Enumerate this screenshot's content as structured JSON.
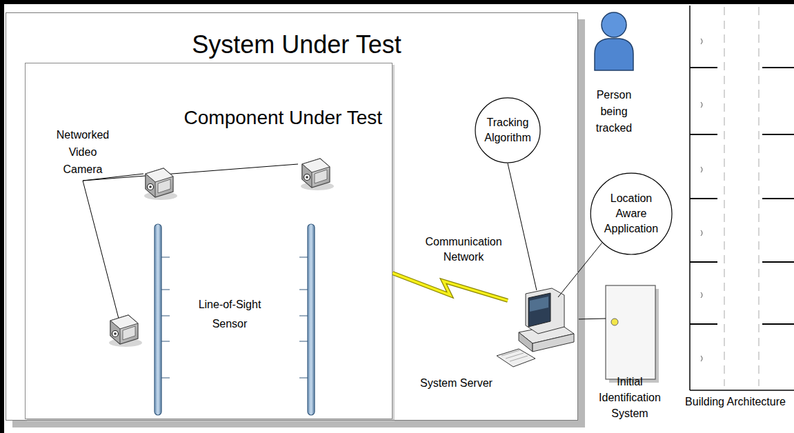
{
  "diagram": {
    "nodes": [
      {
        "text": [
          "System Under Test"
        ]
      },
      {
        "text": [
          "Component Under Test"
        ],
        "in": 0
      },
      {
        "text": [
          "Tracking Algorithm"
        ],
        "in": 0
      },
      {
        "text": [
          "Location Aware Application"
        ]
      },
      {
        "text": [
          "System Server"
        ],
        "in": 0
      },
      {
        "text": [
          "Initial Identification System"
        ]
      }
    ],
    "edges": [
      {
        "from": 1,
        "to": 4,
        "arrow": "none",
        "label": "Communication Network"
      },
      {
        "from": 2,
        "to": 4,
        "arrow": "none"
      },
      {
        "from": 3,
        "to": 4,
        "arrow": "none"
      },
      {
        "from": 4,
        "to": 5,
        "arrow": "none"
      }
    ],
    "labels": [
      "Networked Video Camera",
      "Line-of-Sight Sensor",
      "Person being tracked",
      "Building Architecture"
    ]
  }
}
